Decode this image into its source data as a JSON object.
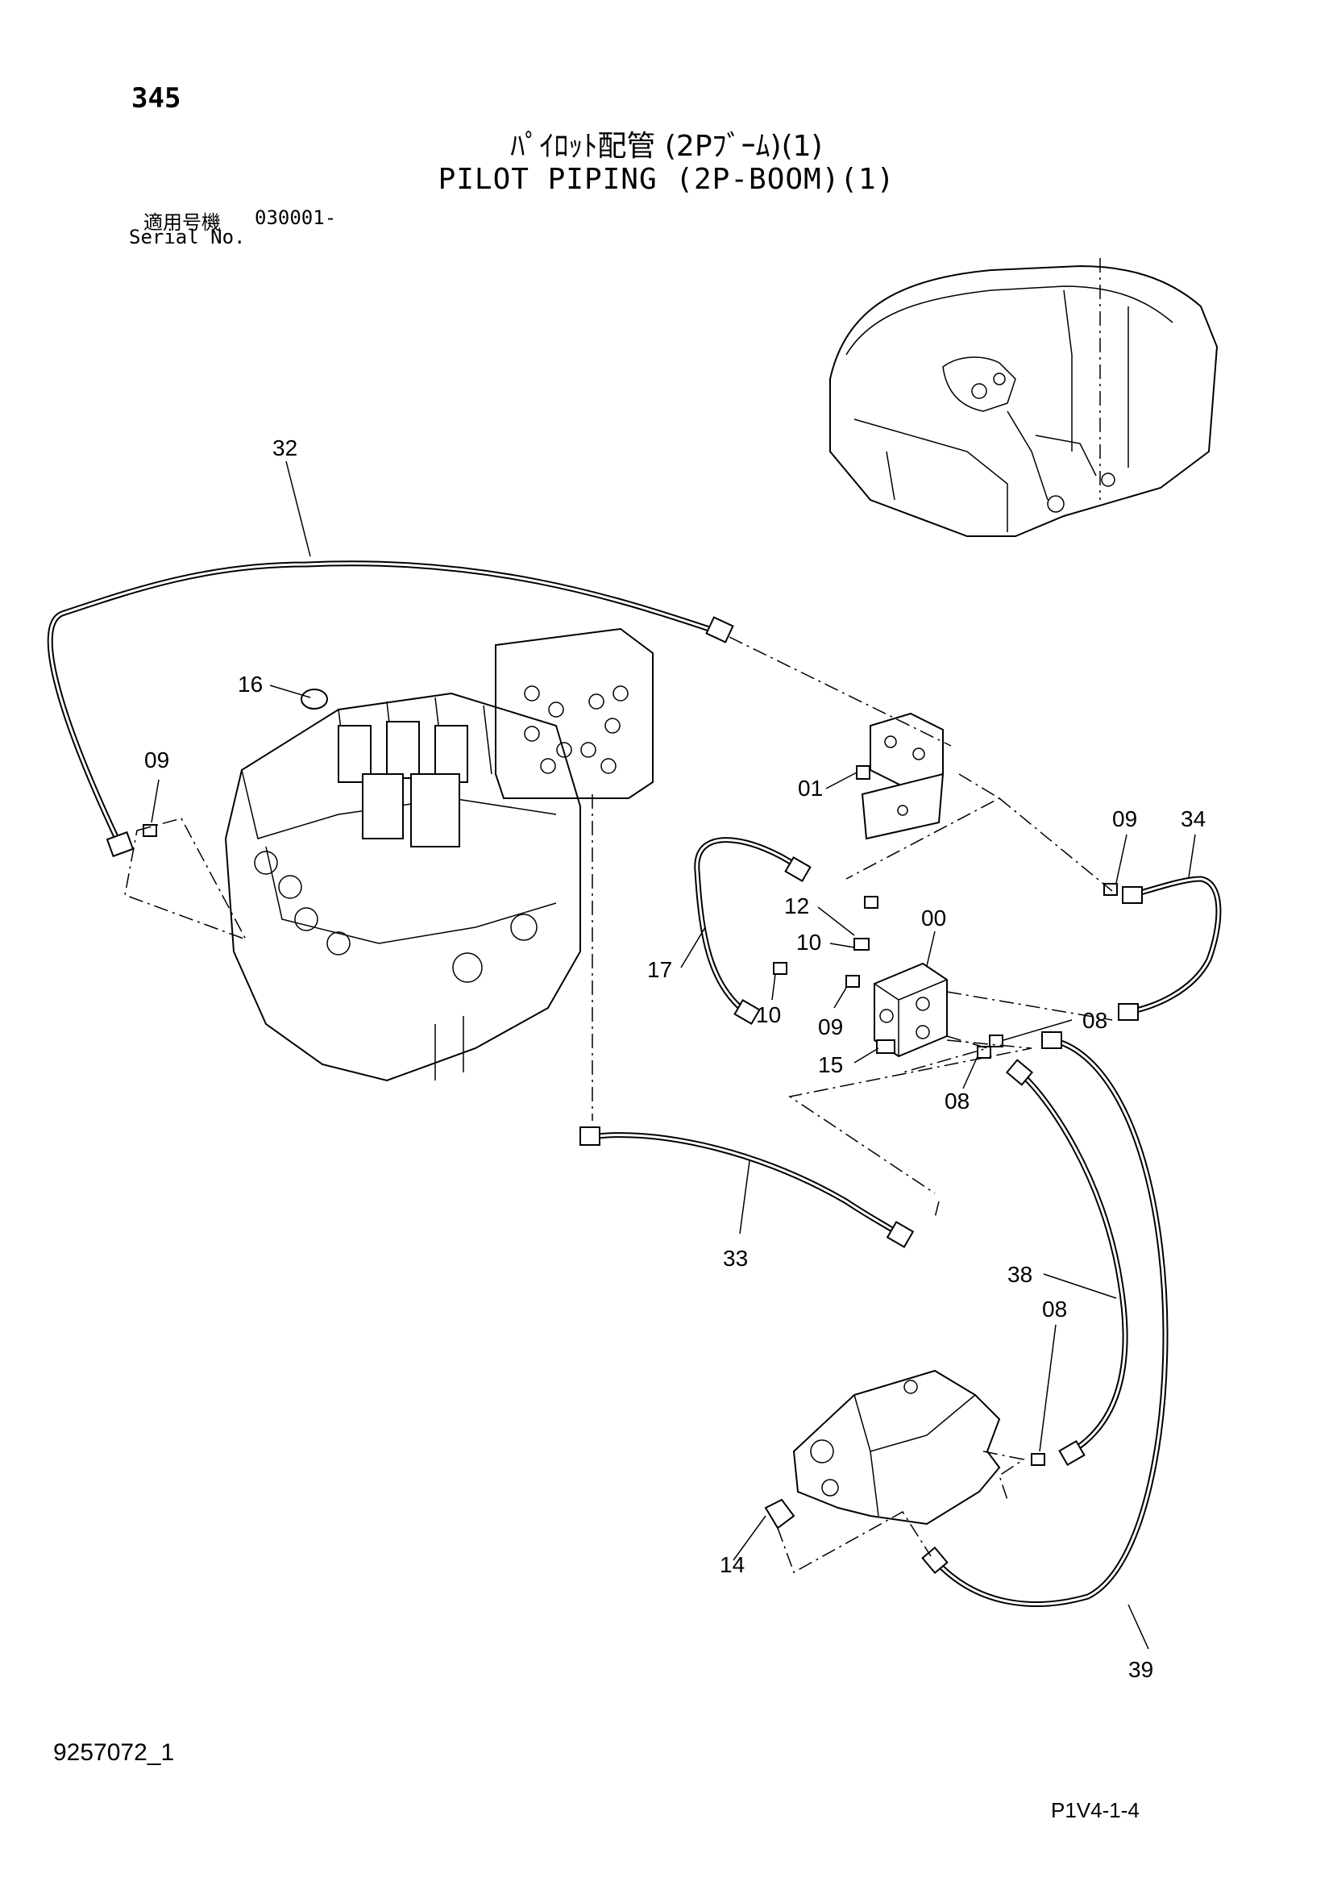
{
  "header": {
    "page_number": "345",
    "title_jp": "ﾊﾟｲﾛｯﾄ配管 (2Pﾌﾞｰﾑ)(1)",
    "title_en": "PILOT PIPING (2P-BOOM)(1)",
    "serial_label_jp": "適用号機",
    "serial_value": "030001-",
    "serial_label_en": "Serial No."
  },
  "callouts": [
    "32",
    "16",
    "09",
    "01",
    "09",
    "34",
    "12",
    "00",
    "10",
    "17",
    "10",
    "09",
    "08",
    "15",
    "08",
    "33",
    "38",
    "08",
    "14",
    "39"
  ],
  "footer": {
    "drawing_code": "9257072_1",
    "page_ref": "P1V4-1-4"
  }
}
